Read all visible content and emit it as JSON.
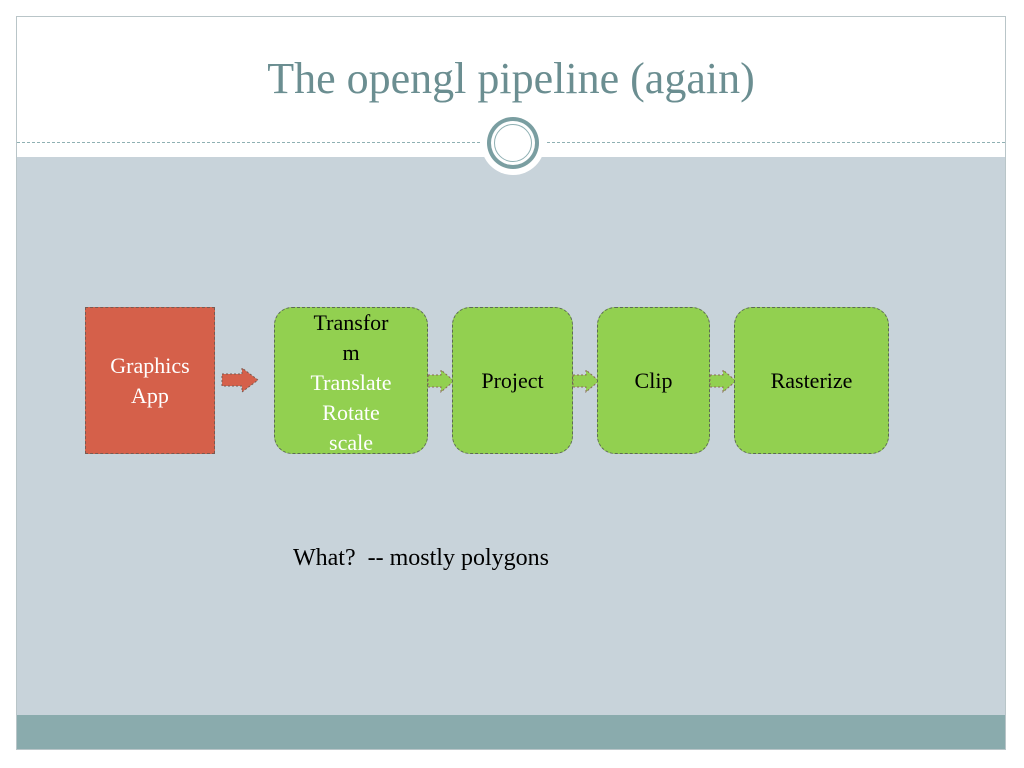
{
  "slide": {
    "title": "The opengl pipeline (again)"
  },
  "pipeline": {
    "app": {
      "line1": "Graphics",
      "line2": "App"
    },
    "transform": {
      "heading_line1": "Transfor",
      "heading_line2": "m",
      "items": [
        "Translate",
        "Rotate",
        "scale"
      ]
    },
    "project": {
      "label": "Project"
    },
    "clip": {
      "label": "Clip"
    },
    "rasterize": {
      "label": "Rasterize"
    }
  },
  "caption": "What?  -- mostly polygons",
  "colors": {
    "title": "#6b8e91",
    "content_bg": "#c8d3da",
    "footer": "#8aabad",
    "app_box": "#d5604a",
    "stage_box": "#92d050",
    "first_arrow": "#d5604a",
    "stage_arrow": "#92d050"
  }
}
